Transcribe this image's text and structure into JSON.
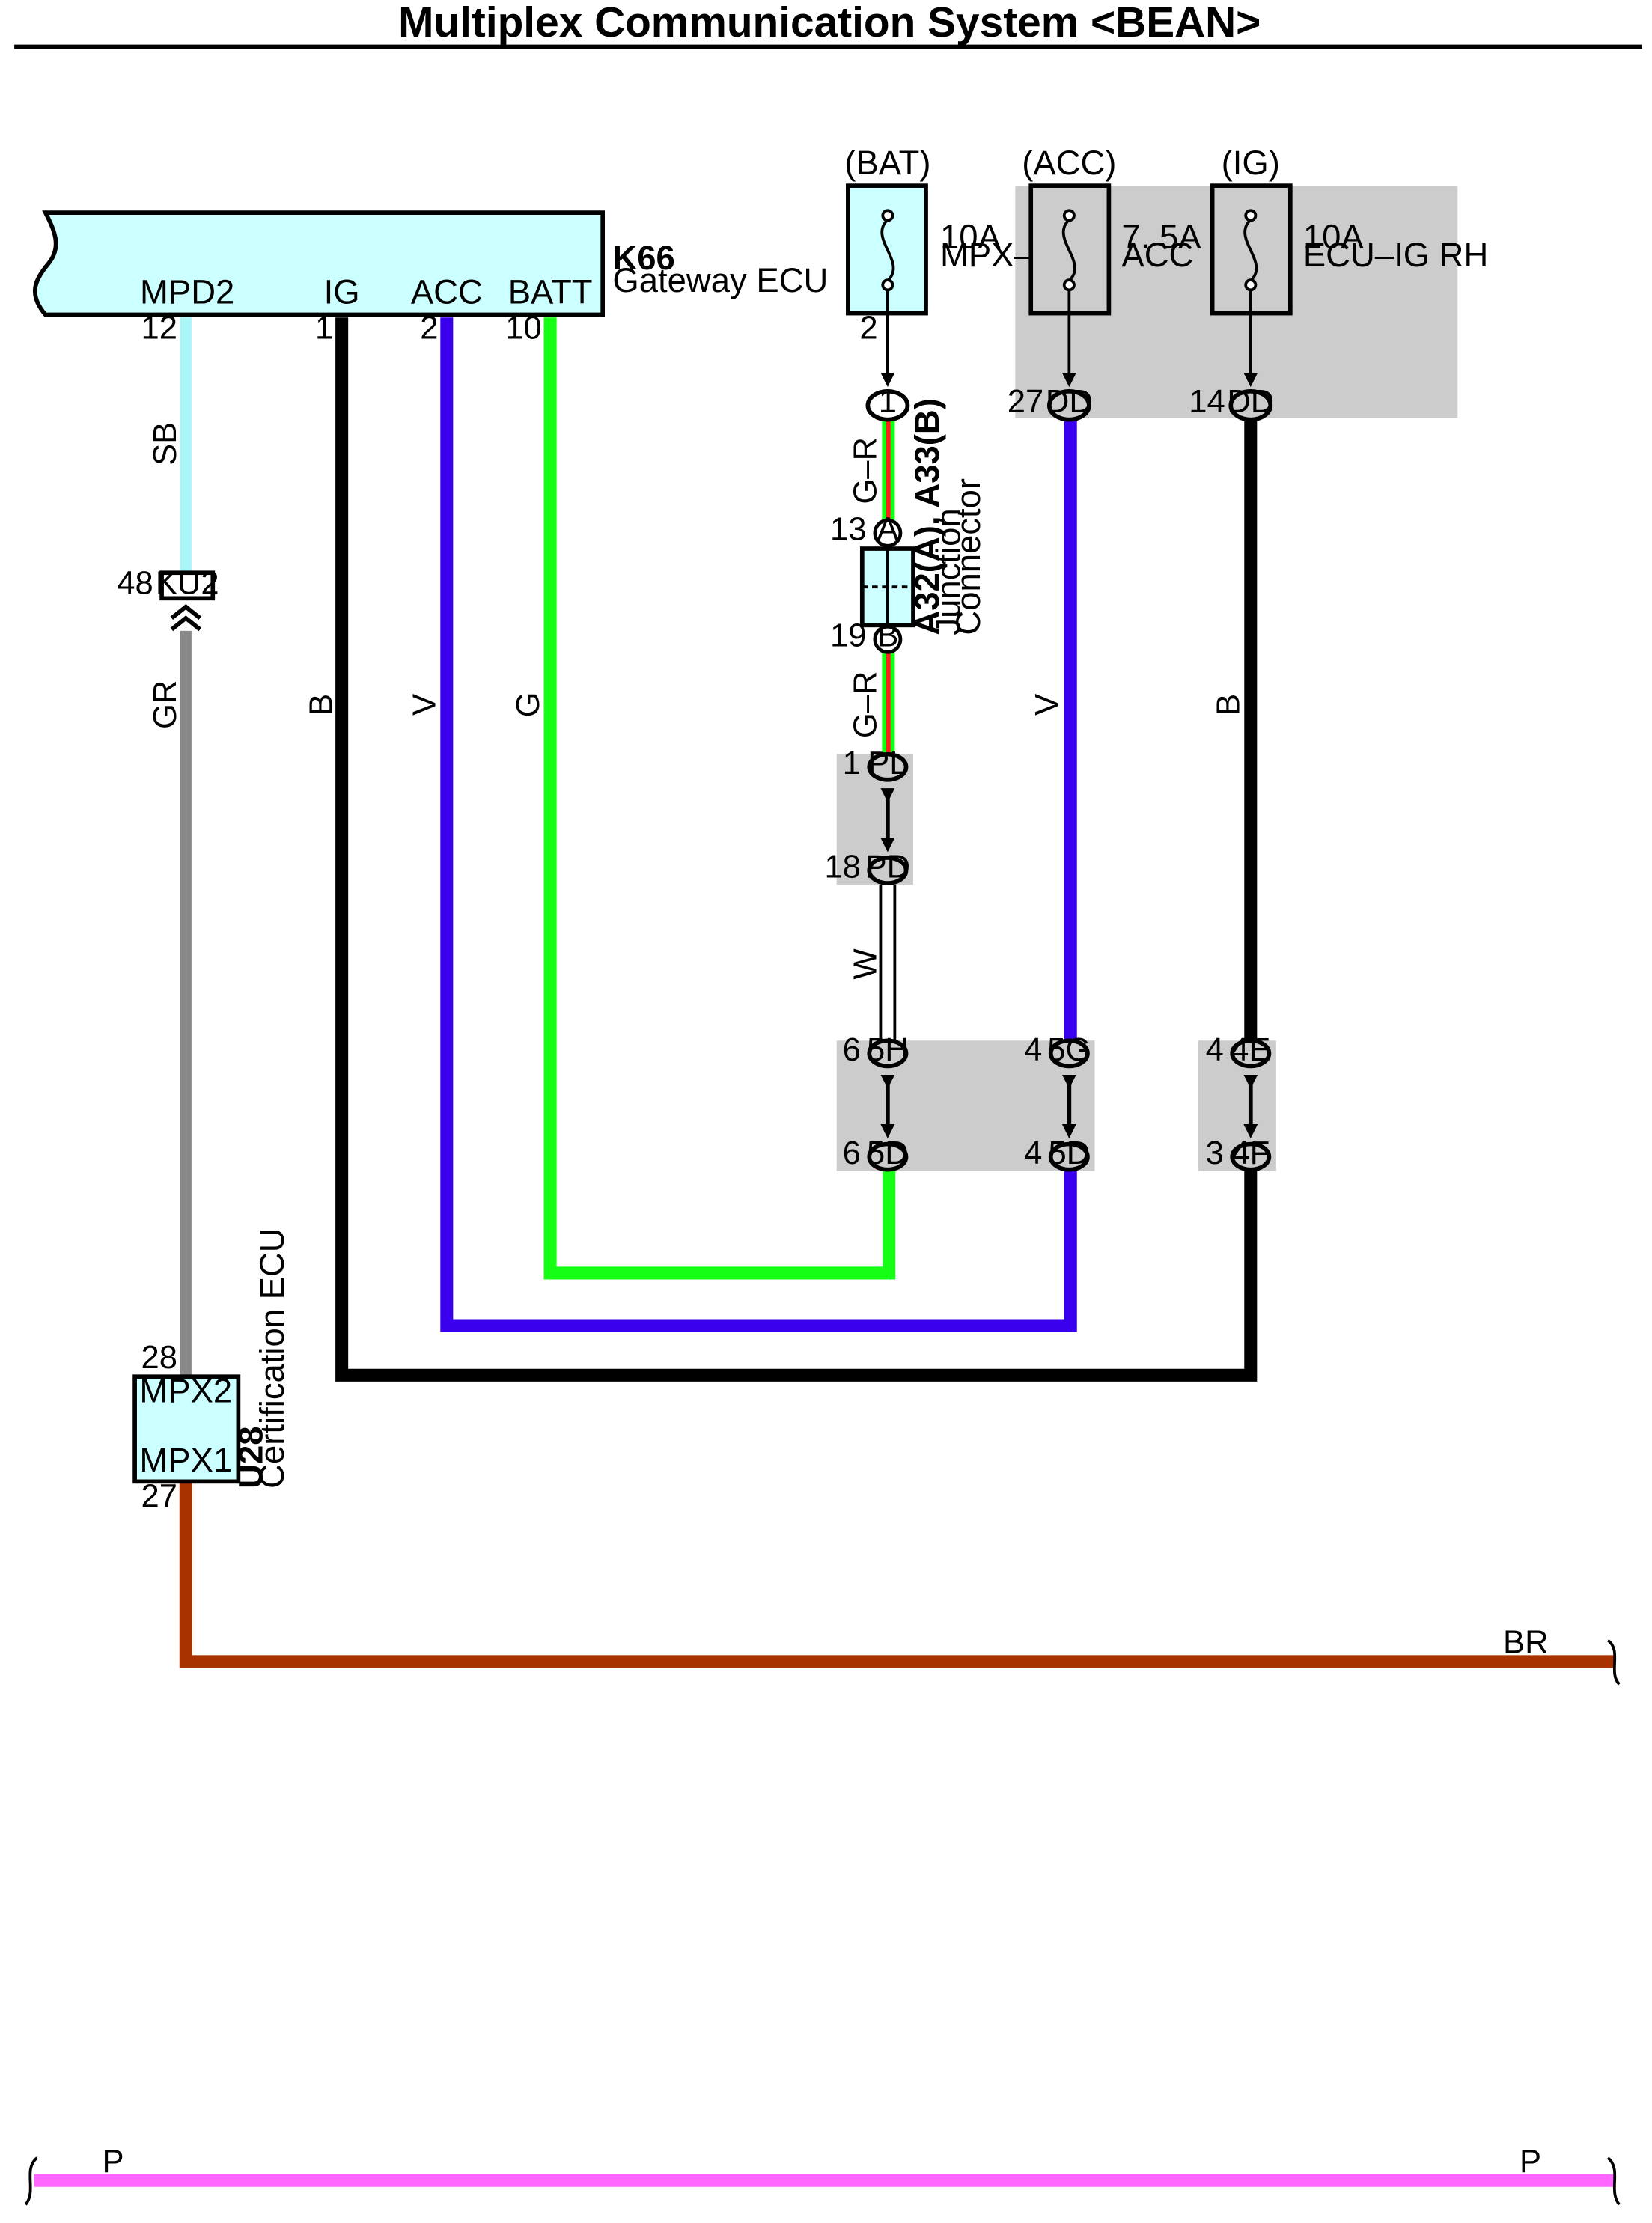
{
  "header": {
    "title": "Multiplex Communication System <BEAN>"
  },
  "gateway": {
    "id": "K66",
    "name": "Gateway ECU",
    "terminals": [
      {
        "label": "MPD2",
        "pin": "12"
      },
      {
        "label": "IG",
        "pin": "1"
      },
      {
        "label": "ACC",
        "pin": "2"
      },
      {
        "label": "BATT",
        "pin": "10"
      }
    ]
  },
  "fuses": [
    {
      "source": "(BAT)",
      "rating": "10A",
      "name": "MPX–B",
      "pin": "2"
    },
    {
      "source": "(ACC)",
      "rating": "7. 5A",
      "name": "ACC",
      "pin": "27",
      "connector": "DD"
    },
    {
      "source": "(IG)",
      "rating": "10A",
      "name": "ECU–IG RH",
      "pin": "14",
      "connector": "DD"
    }
  ],
  "junction": {
    "ids": "A32(A), A33(B)",
    "name_line1": "Junction",
    "name_line2": "Connector",
    "pin_a": "13",
    "conn_a": "A",
    "pin_b": "19",
    "conn_b": "B",
    "top_conn": "1"
  },
  "connectors": {
    "ku2": {
      "pin": "48",
      "name": "KU2"
    },
    "pl": {
      "pin": "1",
      "name": "PL"
    },
    "pd": {
      "pin": "18",
      "name": "PD"
    },
    "c5h": {
      "pin": "6",
      "name": "5H"
    },
    "c5d_a": {
      "pin": "6",
      "name": "5D"
    },
    "c5g": {
      "pin": "4",
      "name": "5G"
    },
    "c5d_b": {
      "pin": "4",
      "name": "5D"
    },
    "c4e": {
      "pin": "4",
      "name": "4E"
    },
    "c4f": {
      "pin": "3",
      "name": "4F"
    }
  },
  "wires": {
    "sb": "SB",
    "gr": "GR",
    "b1": "B",
    "v1": "V",
    "g": "G",
    "gr_r1": "G–R",
    "gr_r2": "G–R",
    "w": "W",
    "v2": "V",
    "b2": "B",
    "br": "BR",
    "p_left": "P",
    "p_right": "P"
  },
  "colors": {
    "SB": "#aaf5f8",
    "GR": "#888888",
    "B": "#000000",
    "V": "#3a00ee",
    "G": "#14ff14",
    "BR": "#a83200",
    "P": "#ff66ff",
    "W": "#ffffff",
    "component_fill": "#ccffff",
    "relay_block": "#cccccc"
  },
  "certification": {
    "id": "U28",
    "name": "Certification ECU",
    "pin_top": "28",
    "label_top": "MPX2",
    "label_bottom": "MPX1",
    "pin_bottom": "27"
  }
}
